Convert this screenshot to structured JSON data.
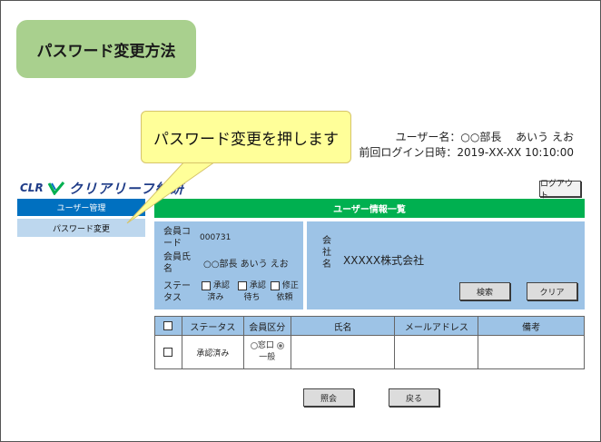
{
  "page_title": "パスワード変更方法",
  "callout_text": "パスワード変更を押します",
  "user_name_line": "ユーザー名：○○部長　 あいう えお",
  "last_login_line": "前回ログイン日時：2019-XX-XX 10:10:00",
  "logo": {
    "prefix": "CLR",
    "name": "クリアリーフ総研"
  },
  "logout_label": "ログアウト",
  "sidebar": {
    "items": [
      {
        "label": "ユーザー管理"
      },
      {
        "label": "パスワード変更"
      }
    ]
  },
  "section_header": "ユーザー情報一覧",
  "form": {
    "member_code_label_1": "会員コ",
    "member_code_label_2": "ード",
    "member_code_value": "000731",
    "member_name_label_1": "会員氏",
    "member_name_label_2": "名",
    "member_name_value": "○○部長 あいう えお",
    "status_label_1": "ステー",
    "status_label_2": "タス",
    "status_options": [
      {
        "line1": "承認",
        "line2": "済み"
      },
      {
        "line1": "承認",
        "line2": "待ち"
      },
      {
        "line1": "修正",
        "line2": "依頼"
      }
    ],
    "company_label_1": "会",
    "company_label_2": "社",
    "company_label_3": "名",
    "company_value": "XXXXX株式会社",
    "search_label": "検索",
    "clear_label": "クリア"
  },
  "table": {
    "headers": [
      "ステータス",
      "会員区分",
      "氏名",
      "メールアドレス",
      "備考"
    ],
    "rows": [
      {
        "status": "承認済み",
        "member_type_1": "窓口",
        "member_type_2": "一般",
        "name": "",
        "email": "",
        "note": ""
      }
    ]
  },
  "buttons": {
    "inquiry_label": "照会",
    "back_label": "戻る"
  },
  "colors": {
    "green": "#00b050",
    "blue": "#0070c0",
    "light_blue": "#9dc3e6",
    "title_green": "#a9d08e",
    "callout_yellow": "#ffff99"
  }
}
